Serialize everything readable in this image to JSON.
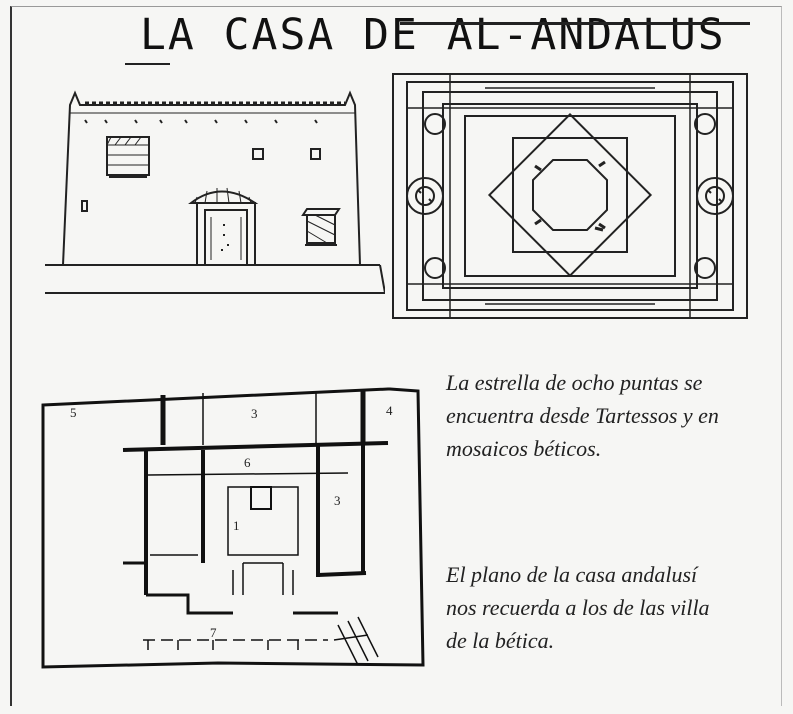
{
  "title": "LA CASA DE AL-ANDALUS",
  "caption_star": {
    "lines": [
      "La estrella de ocho puntas se",
      "encuentra desde Tartessos y en",
      "mosaicos béticos."
    ]
  },
  "caption_plan": {
    "lines": [
      "El plano de la casa andalusí",
      "nos recuerda a los de las villa",
      "de la bética."
    ]
  },
  "plan_labels": {
    "room_1": "1",
    "room_3_top": "3",
    "room_3_right": "3",
    "room_4": "4",
    "room_5": "5",
    "room_6": "6",
    "room_7": "7"
  }
}
